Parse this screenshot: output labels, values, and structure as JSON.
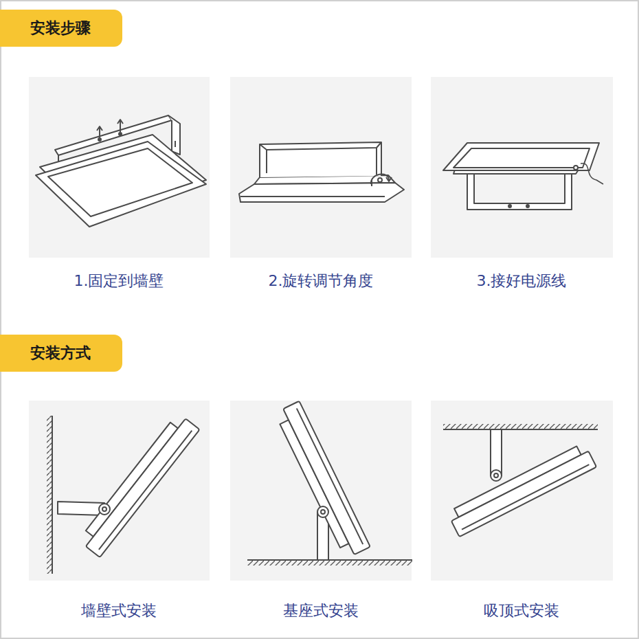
{
  "diagram": {
    "nodes": [
      {
        "text": [
          "安装步骤"
        ]
      },
      {
        "text": [
          "安装方式"
        ]
      }
    ],
    "labels": [
      "1.固定到墙壁",
      "2.旋转调节角度",
      "3.接好电源线",
      "墙壁式安装",
      "基座式安装",
      "吸顶式安装"
    ]
  }
}
